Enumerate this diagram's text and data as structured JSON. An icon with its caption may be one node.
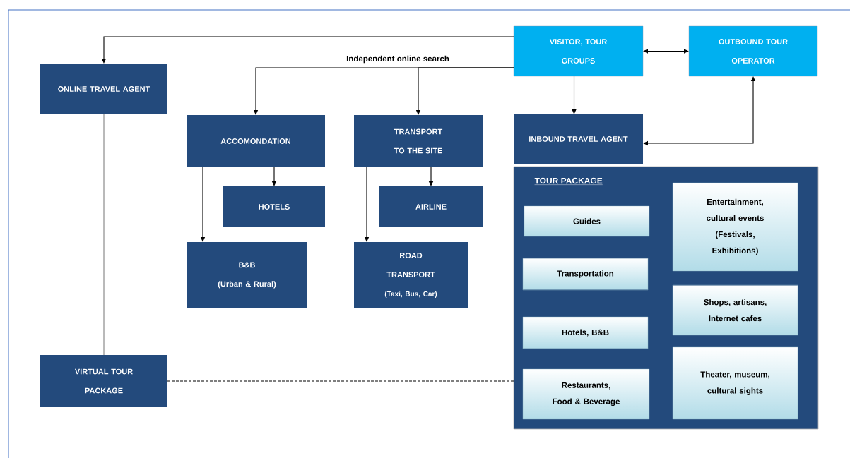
{
  "diagram": {
    "nodes": [
      {
        "text": [
          "VISITOR, TOUR GROUPS"
        ]
      },
      {
        "text": [
          "OUTBOUND TOUR OPERATOR"
        ]
      },
      {
        "text": [
          "ONLINE TRAVEL AGENT"
        ]
      },
      {
        "text": [
          "ACCOMONDATION"
        ]
      },
      {
        "text": [
          "TRANSPORT TO THE SITE"
        ]
      },
      {
        "text": [
          "INBOUND TRAVEL AGENT"
        ]
      },
      {
        "text": [
          "HOTELS"
        ]
      },
      {
        "text": [
          "AIRLINE"
        ]
      },
      {
        "text": [
          "B&B",
          "(Urban & Rural)"
        ]
      },
      {
        "text": [
          "ROAD TRANSPORT",
          "(Taxi, Bus, Car)"
        ]
      },
      {
        "text": [
          "VIRTUAL TOUR PACKAGE"
        ]
      },
      {
        "text": [
          "TOUR PACKAGE"
        ]
      },
      {
        "text": [
          "Guides"
        ],
        "in": 11
      },
      {
        "text": [
          "Entertainment, cultural events (Festivals, Exhibitions)"
        ],
        "in": 11
      },
      {
        "text": [
          "Transportation"
        ],
        "in": 11
      },
      {
        "text": [
          "Shops, artisans, Internet cafes"
        ],
        "in": 11
      },
      {
        "text": [
          "Hotels, B&B"
        ],
        "in": 11
      },
      {
        "text": [
          "Theater, museum, cultural sights"
        ],
        "in": 11
      },
      {
        "text": [
          "Restaurants, Food & Beverage"
        ],
        "in": 11
      }
    ],
    "edges": [
      {
        "from": 0,
        "to": 2,
        "arrow": "to"
      },
      {
        "from": 0,
        "to": 3,
        "arrow": "to",
        "label": "Independent online search"
      },
      {
        "from": 0,
        "to": 4,
        "arrow": "to"
      },
      {
        "from": 0,
        "to": 1,
        "arrow": "both"
      },
      {
        "from": 0,
        "to": 5,
        "arrow": "to"
      },
      {
        "from": 5,
        "to": 1,
        "arrow": "both"
      },
      {
        "from": 3,
        "to": 6,
        "arrow": "to"
      },
      {
        "from": 3,
        "to": 8,
        "arrow": "to"
      },
      {
        "from": 4,
        "to": 7,
        "arrow": "to"
      },
      {
        "from": 4,
        "to": 9,
        "arrow": "to"
      },
      {
        "from": 2,
        "to": 10,
        "arrow": "none",
        "color": "#808080"
      },
      {
        "from": 10,
        "to": 11,
        "arrow": "none",
        "style": "dashed"
      }
    ]
  }
}
